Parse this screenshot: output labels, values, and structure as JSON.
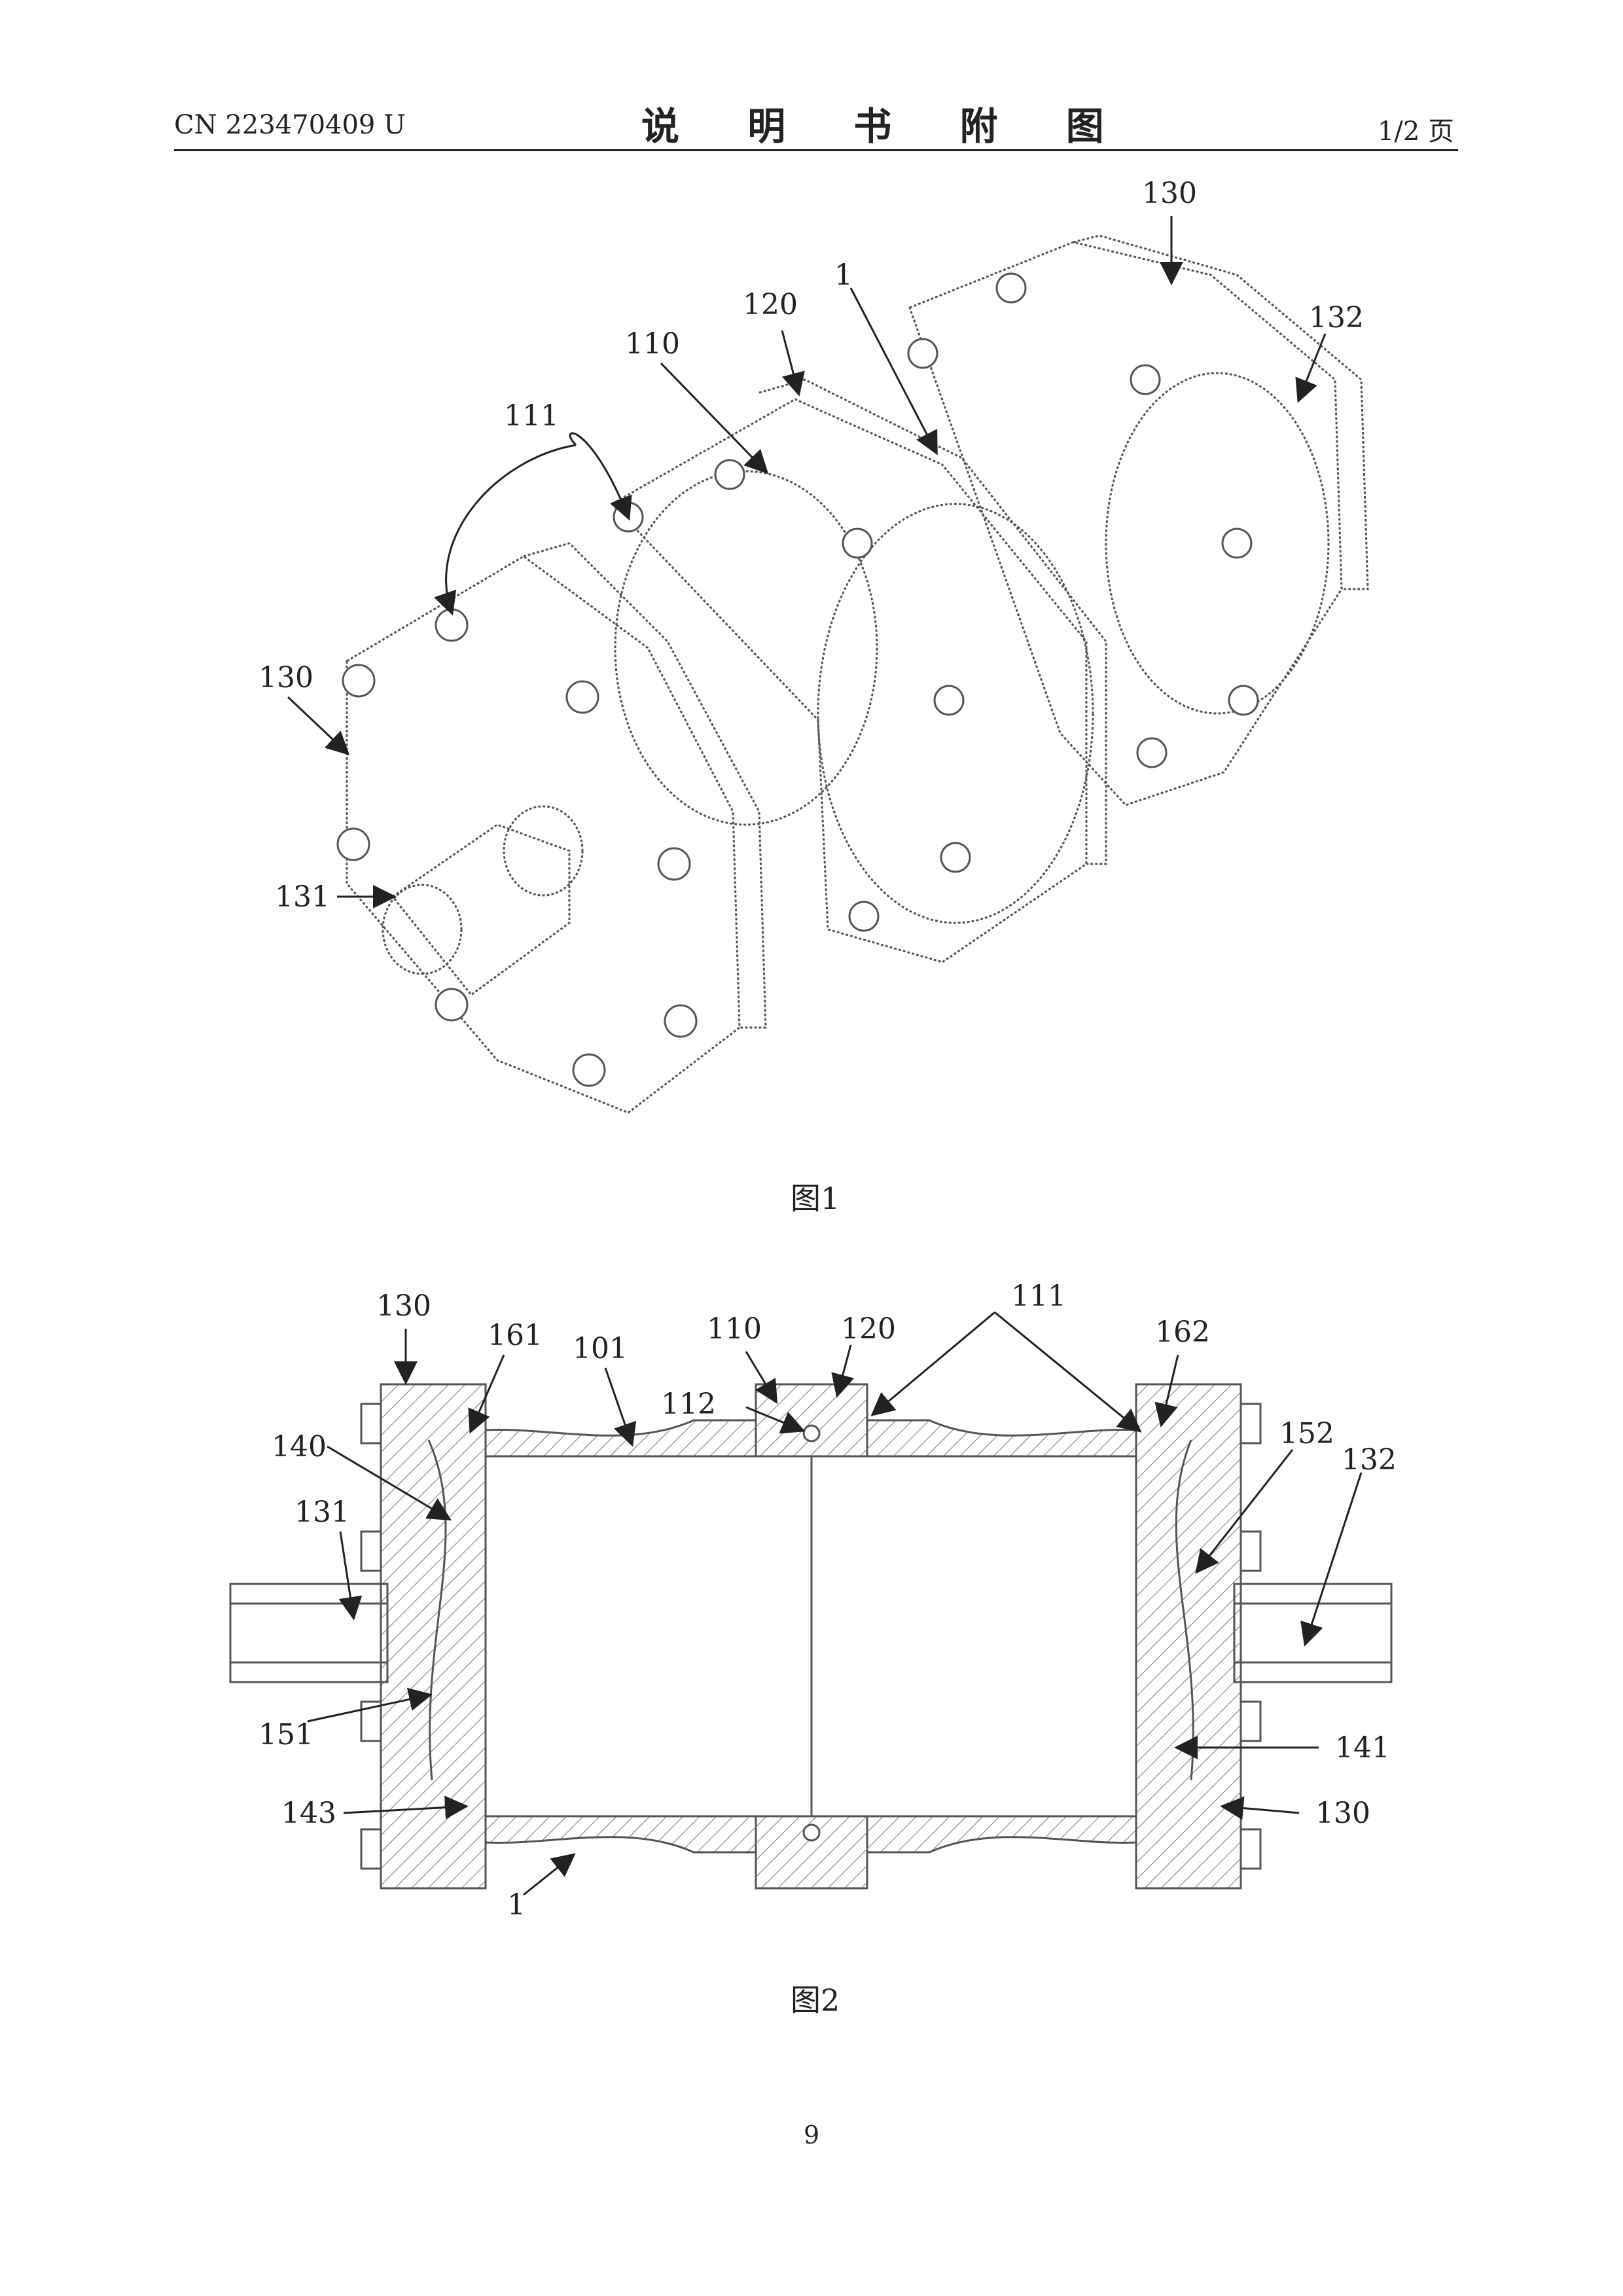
{
  "header": {
    "doc_number": "CN 223470409 U",
    "title": "说 明 书 附 图",
    "page_of": "1/2 页"
  },
  "fig1": {
    "caption": "图1",
    "labels": [
      "130",
      "1",
      "120",
      "110",
      "132",
      "111",
      "130",
      "131"
    ]
  },
  "fig2": {
    "caption": "图2",
    "labels": [
      "130",
      "161",
      "101",
      "110",
      "120",
      "111",
      "162",
      "112",
      "140",
      "152",
      "132",
      "131",
      "151",
      "141",
      "143",
      "130",
      "1"
    ]
  },
  "page_number": "9"
}
